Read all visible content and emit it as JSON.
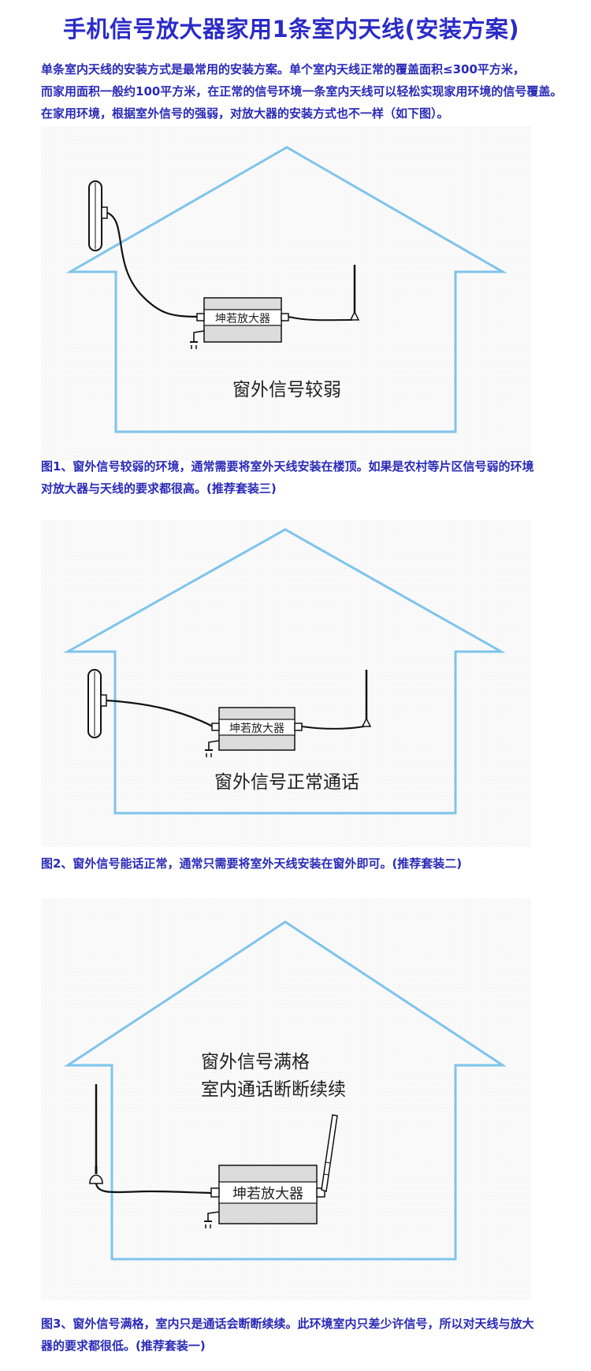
{
  "title": "手机信号放大器家用1条室内天线(安装方案)",
  "intro": {
    "lines": [
      "单条室内天线的安装方式是最常用的安装方案。单个室内天线正常的覆盖面积≤300平方米，",
      "而家用面积一般约100平方米，在正常的信号环境一条室内天线可以轻松实现家用环境的信号覆盖。",
      "在家用环境，根据室外信号的强弱，对放大器的安装方式也不一样（如下图）。"
    ]
  },
  "figures": [
    {
      "amplifier_label": "坤若放大器",
      "scene_lines": [
        "窗外信号较弱"
      ],
      "caption_lines": [
        "图1、窗外信号较弱的环境，通常需要将室外天线安装在楼顶。如果是农村等片区信号弱的环境",
        "对放大器与天线的要求都很高。(推荐套装三)"
      ]
    },
    {
      "amplifier_label": "坤若放大器",
      "scene_lines": [
        "窗外信号正常通话"
      ],
      "caption_lines": [
        "图2、窗外信号能话正常，通常只需要将室外天线安装在窗外即可。(推荐套装二)"
      ]
    },
    {
      "amplifier_label": "坤若放大器",
      "scene_lines": [
        "窗外信号满格",
        "室内通话断断续续"
      ],
      "caption_lines": [
        "图3、窗外信号满格，室内只是通话会断断续续。此环境室内只差少许信号，所以对天线与放大",
        "器的要求都很低。(推荐套装一)"
      ]
    }
  ],
  "colors": {
    "title": "#2b2bc8",
    "text": "#2a2ab8",
    "house_outline": "#7ec4ec",
    "amplifier_fill": "#dcdcdc"
  },
  "icons": [
    "panel-antenna-icon",
    "whip-antenna-icon",
    "power-plug-icon",
    "connector-icon"
  ]
}
